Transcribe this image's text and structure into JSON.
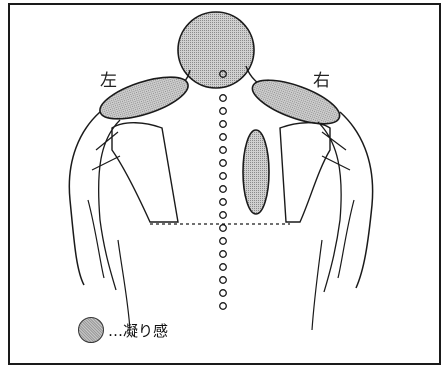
{
  "labels": {
    "left": "左",
    "right": "右"
  },
  "legend": {
    "text": "…凝り感",
    "swatch_color": "#b4b4b4"
  },
  "colors": {
    "line": "#1a1a1a",
    "stiffness_fill": "#b8b8b8"
  }
}
